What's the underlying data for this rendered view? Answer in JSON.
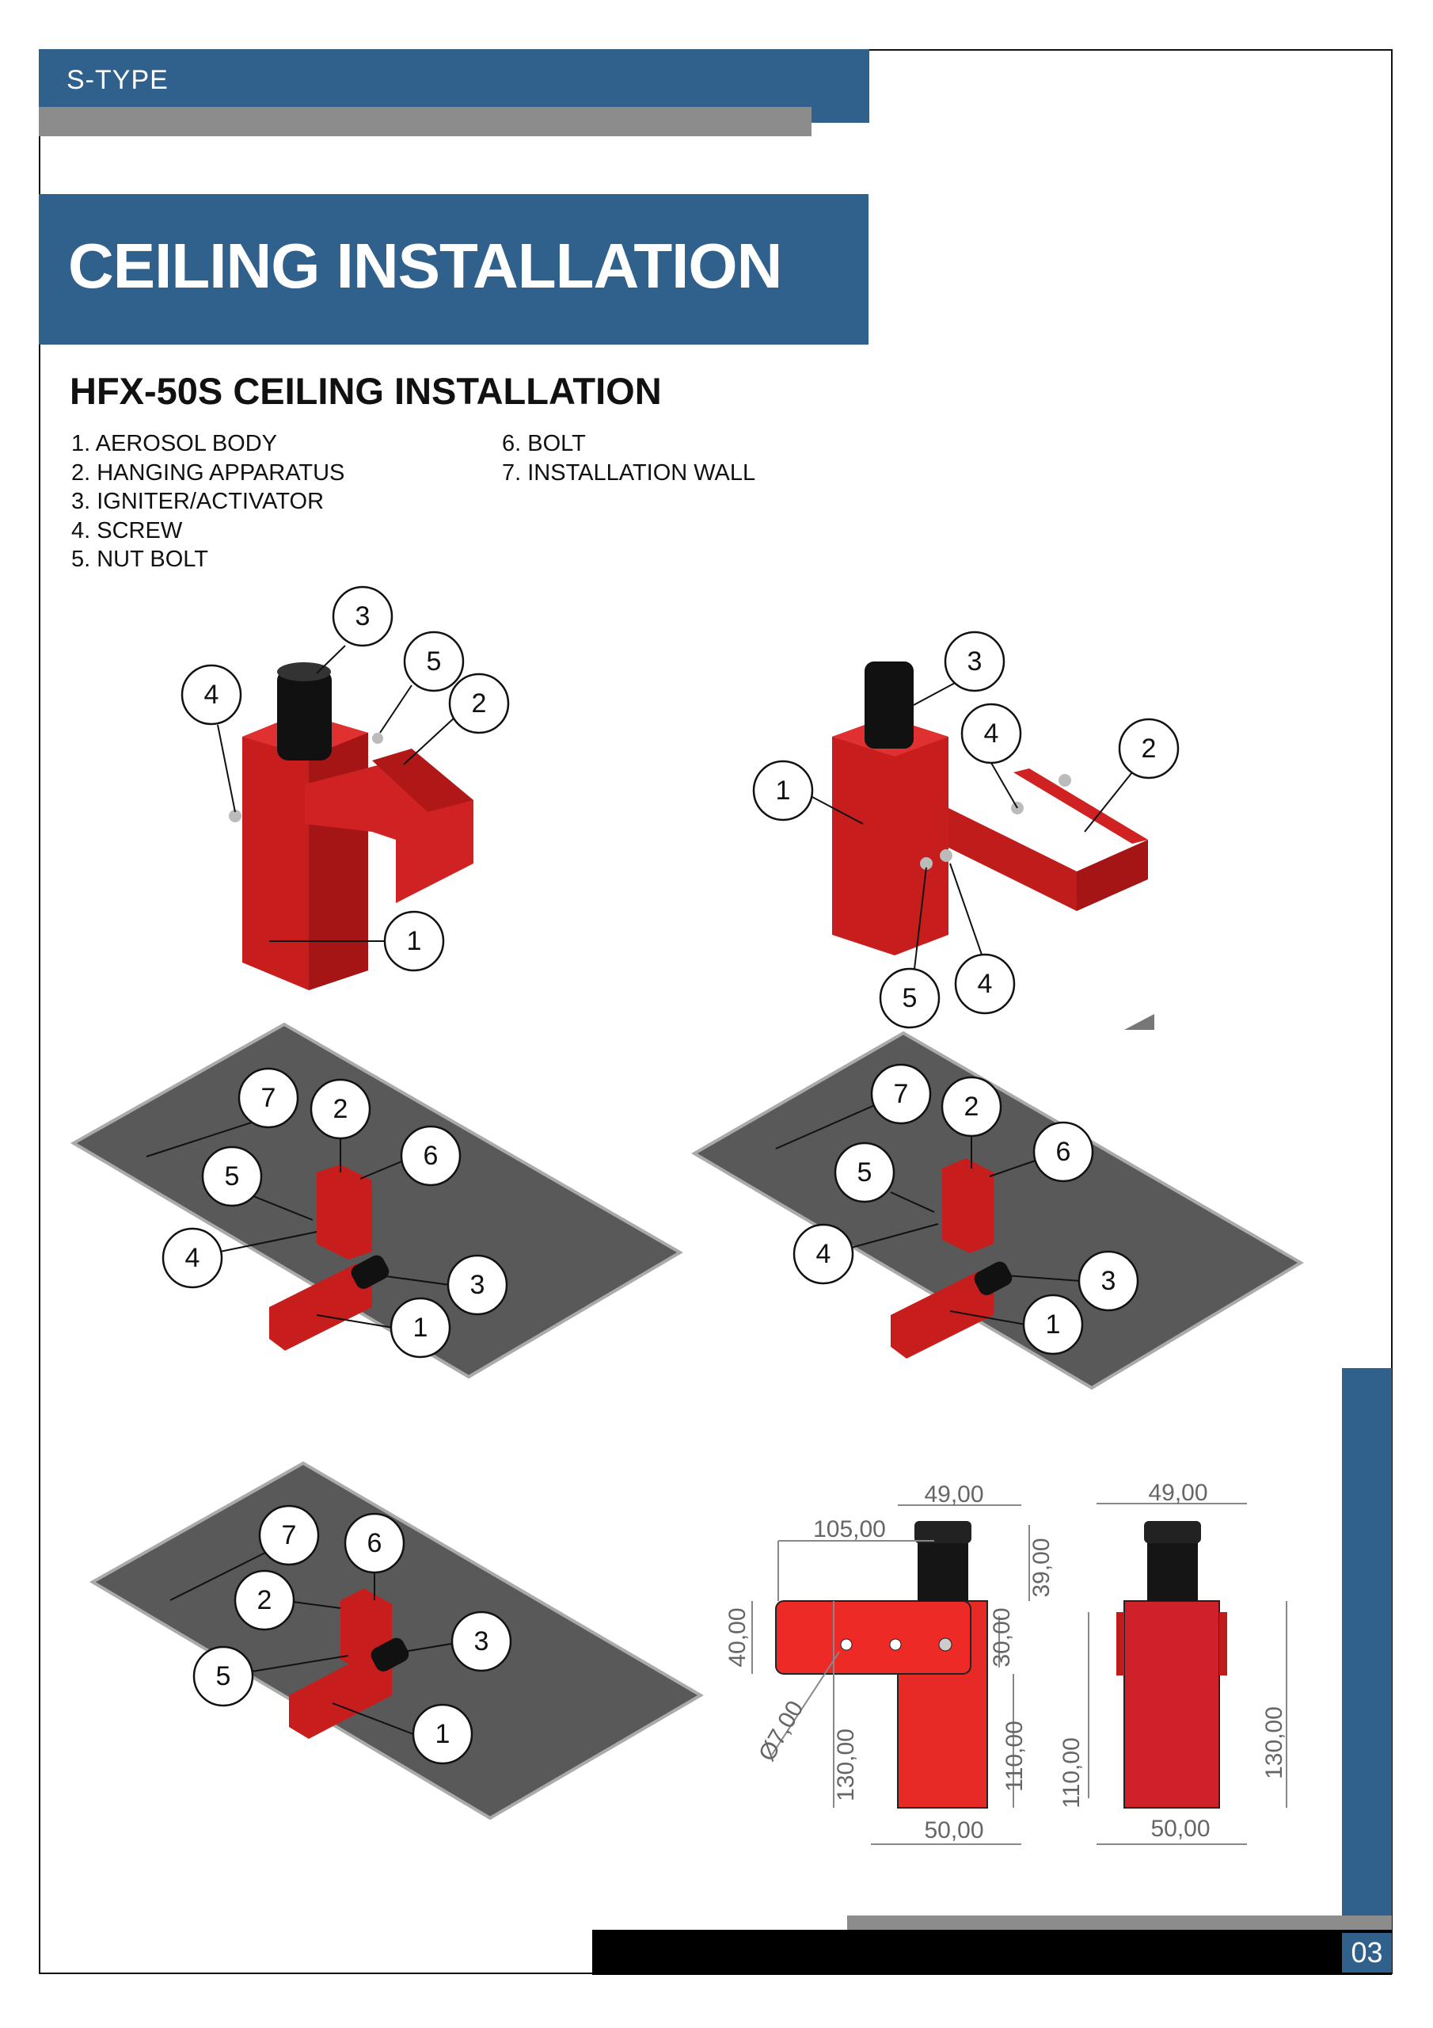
{
  "header": {
    "type_label": "S-TYPE",
    "title": "CEILING INSTALLATION"
  },
  "subtitle": "HFX-50S CEILING INSTALLATION",
  "parts": [
    "1. AEROSOL BODY",
    "2. HANGING APPARATUS",
    "3. IGNITER/ACTIVATOR",
    "4. SCREW",
    "5. NUT BOLT",
    "6. BOLT",
    "7. INSTALLATION WALL"
  ],
  "figures": {
    "fig1": {
      "callouts": [
        "3",
        "5",
        "4",
        "2",
        "1"
      ]
    },
    "fig2": {
      "callouts": [
        "3",
        "1",
        "4",
        "2",
        "4",
        "5"
      ]
    },
    "fig3": {
      "callouts": [
        "7",
        "2",
        "6",
        "5",
        "4",
        "3",
        "1"
      ]
    },
    "fig4": {
      "callouts": [
        "7",
        "2",
        "6",
        "5",
        "4",
        "3",
        "1"
      ]
    },
    "fig5": {
      "callouts": [
        "7",
        "6",
        "2",
        "3",
        "5",
        "1"
      ]
    }
  },
  "dimensions": {
    "front": {
      "width_top": "49,00",
      "arm_length": "105,00",
      "igniter_height": "39,00",
      "arm_height": "40,00",
      "offset": "30,00",
      "hole_diameter": "Ø7,00",
      "total_height": "130,00",
      "body_height": "110,00",
      "width_bottom": "50,00"
    },
    "side": {
      "width_top": "49,00",
      "body_height": "110,00",
      "total_height": "130,00",
      "width_bottom": "50,00"
    }
  },
  "page_number": "03",
  "colors": {
    "brand_blue": "#30618c",
    "gray": "#8c8c8c",
    "product_red": "#d42020"
  }
}
